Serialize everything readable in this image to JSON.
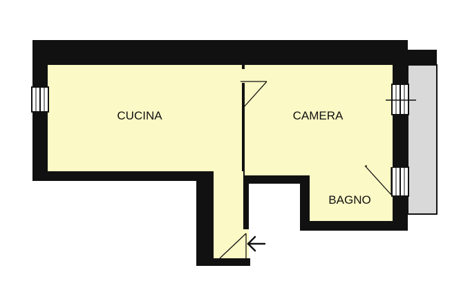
{
  "rooms": {
    "kitchen": "CUCINA",
    "bedroom": "CAMERA",
    "bathroom": "BAGNO"
  },
  "colors": {
    "floor": "#fbf9c5",
    "wall": "#111111",
    "balcony": "#d9d9d9"
  },
  "icons": {
    "entrance": "entrance-arrow-icon"
  }
}
